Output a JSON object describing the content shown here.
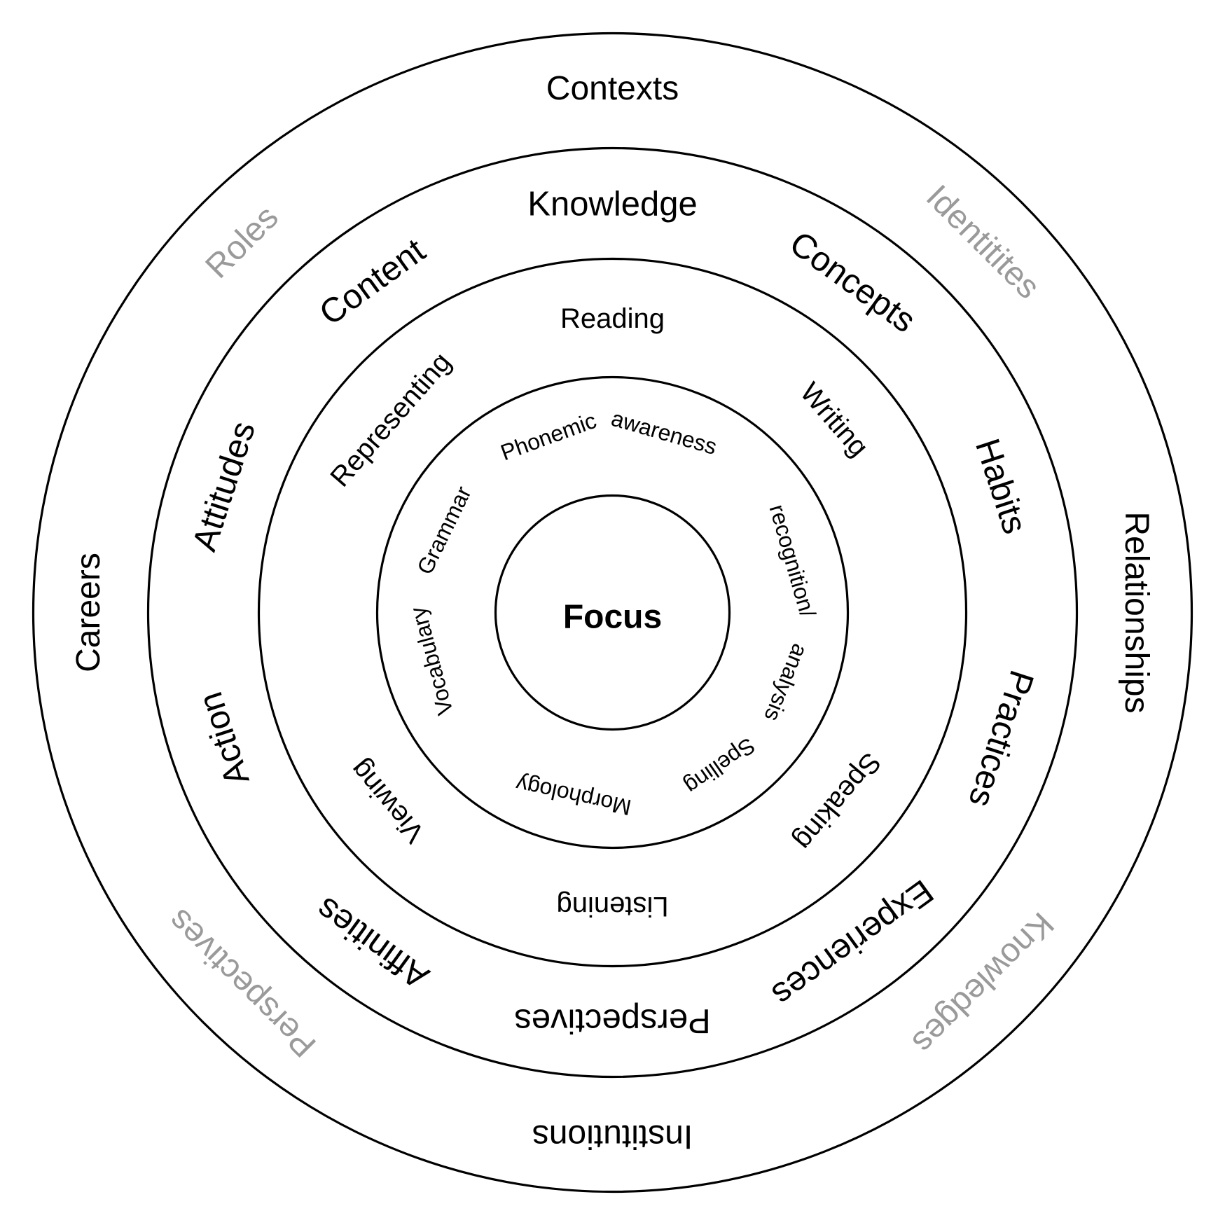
{
  "colors": {
    "line": "#000000",
    "text": "#000000",
    "muted": "#9a9a9a",
    "background": "#ffffff"
  },
  "center": {
    "label": "Focus"
  },
  "rings": [
    {
      "id": "contexts",
      "labels": [
        {
          "text": "Contexts",
          "tone": "text"
        },
        {
          "text": "Identitites",
          "tone": "muted"
        },
        {
          "text": "Relationships",
          "tone": "text"
        },
        {
          "text": "Knowledges",
          "tone": "muted"
        },
        {
          "text": "Institutions",
          "tone": "text"
        },
        {
          "text": "Perspectives",
          "tone": "muted"
        },
        {
          "text": "Careers",
          "tone": "text"
        },
        {
          "text": "Roles",
          "tone": "muted"
        }
      ]
    },
    {
      "id": "knowledge",
      "labels": [
        {
          "text": "Knowledge",
          "tone": "text"
        },
        {
          "text": "Concepts",
          "tone": "text"
        },
        {
          "text": "Habits",
          "tone": "text"
        },
        {
          "text": "Practices",
          "tone": "text"
        },
        {
          "text": "Experiences",
          "tone": "text"
        },
        {
          "text": "Perspectives",
          "tone": "text"
        },
        {
          "text": "Affinities",
          "tone": "text"
        },
        {
          "text": "Action",
          "tone": "text"
        },
        {
          "text": "Attitudes",
          "tone": "text"
        },
        {
          "text": "Content",
          "tone": "text"
        }
      ]
    },
    {
      "id": "modes",
      "labels": [
        {
          "text": "Reading",
          "tone": "text"
        },
        {
          "text": "Writing",
          "tone": "text"
        },
        {
          "text": "Speaking",
          "tone": "text"
        },
        {
          "text": "Listening",
          "tone": "text"
        },
        {
          "text": "Viewing",
          "tone": "text"
        },
        {
          "text": "Representing",
          "tone": "text"
        }
      ]
    },
    {
      "id": "skills",
      "labels": [
        {
          "text": "Phonemic",
          "tone": "text"
        },
        {
          "text": "awareness",
          "tone": "text"
        },
        {
          "text": "recognition/",
          "tone": "text"
        },
        {
          "text": "analysis",
          "tone": "text"
        },
        {
          "text": "Spelling",
          "tone": "text"
        },
        {
          "text": "Morphology",
          "tone": "text"
        },
        {
          "text": "Vocabulary",
          "tone": "text"
        },
        {
          "text": "Grammar",
          "tone": "text"
        }
      ]
    }
  ]
}
